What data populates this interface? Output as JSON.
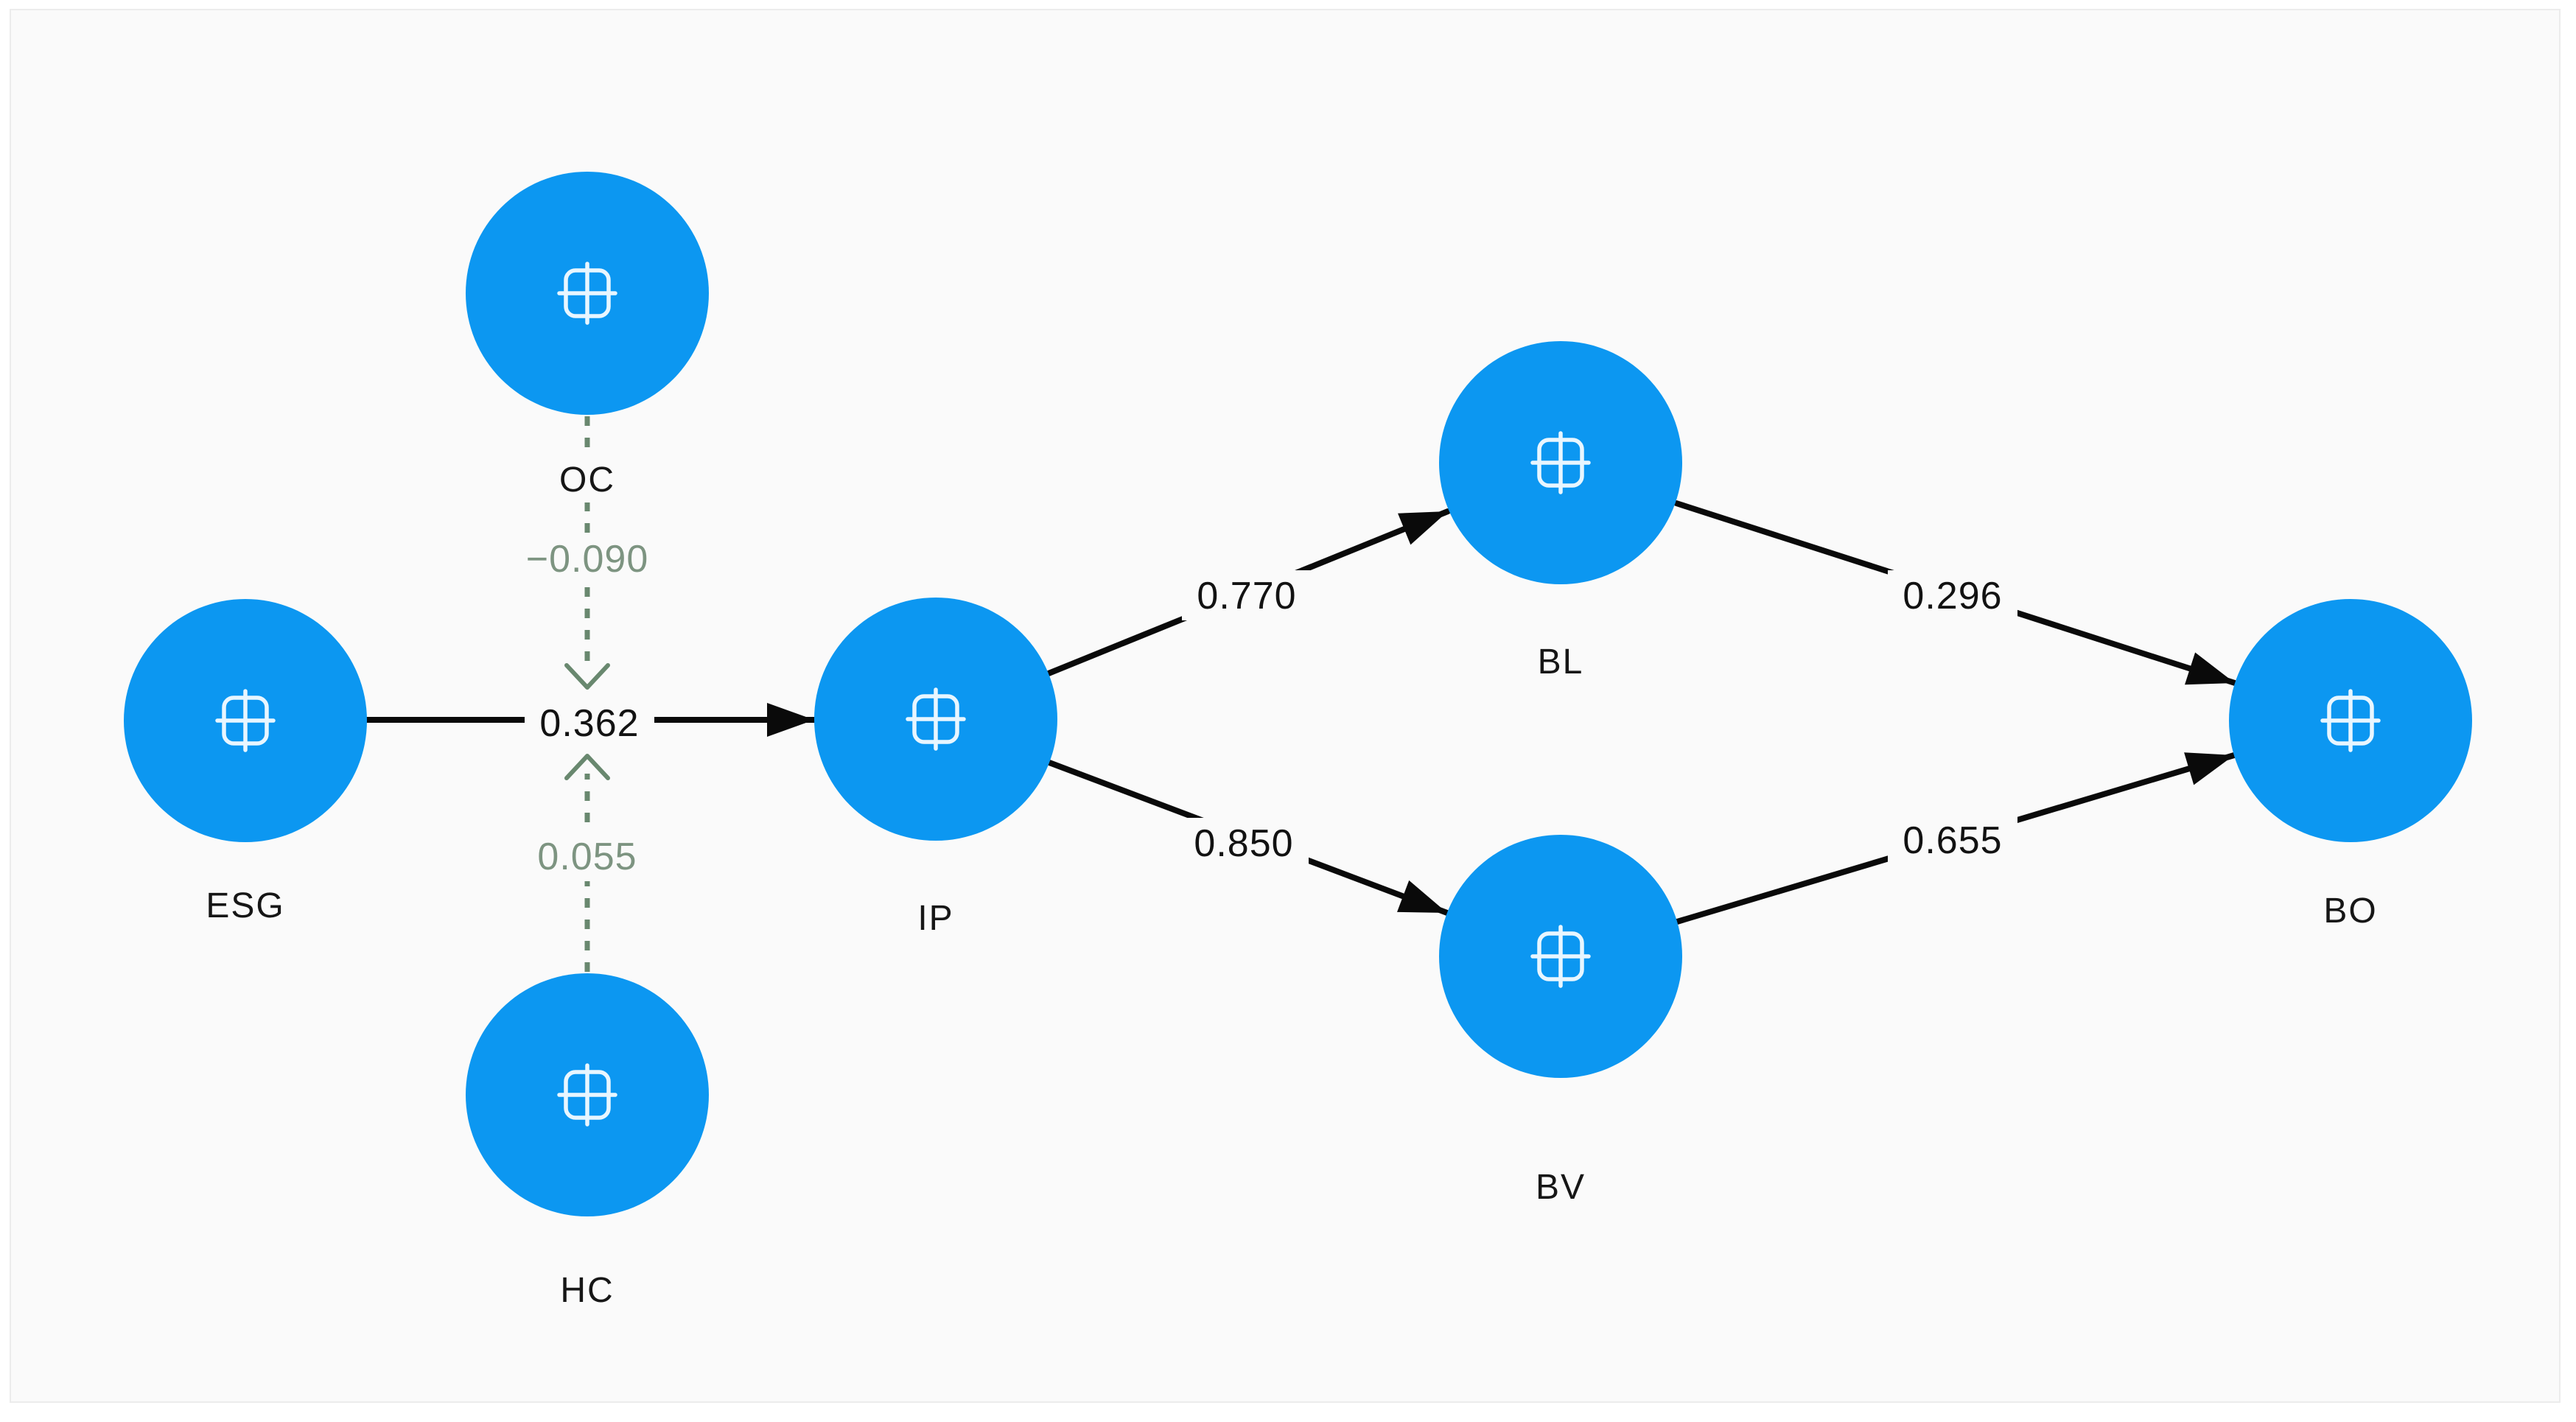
{
  "canvas": {
    "background": "#fafafa",
    "page_background": "#ffffff",
    "border_color": "#ececec"
  },
  "colors": {
    "node_fill": "#0c97f1",
    "node_icon": "#e8f6ff",
    "structural_path": "#0a0a0a",
    "moderation_path": "#69886f",
    "moderation_label": "#7d9481",
    "node_label": "#161616",
    "path_label": "#121212"
  },
  "nodes": [
    {
      "id": "OC",
      "label": "OC",
      "icon": "plus-expand-icon"
    },
    {
      "id": "ESG",
      "label": "ESG",
      "icon": "plus-expand-icon"
    },
    {
      "id": "HC",
      "label": "HC",
      "icon": "plus-expand-icon"
    },
    {
      "id": "IP",
      "label": "IP",
      "icon": "plus-expand-icon"
    },
    {
      "id": "BL",
      "label": "BL",
      "icon": "plus-expand-icon"
    },
    {
      "id": "BV",
      "label": "BV",
      "icon": "plus-expand-icon"
    },
    {
      "id": "BO",
      "label": "BO",
      "icon": "plus-expand-icon"
    }
  ],
  "edges": [
    {
      "from": "ESG",
      "to": "IP",
      "value": "0.362",
      "style": "solid"
    },
    {
      "from": "OC",
      "to": "ESG→IP path",
      "value": "−0.090",
      "style": "dashed"
    },
    {
      "from": "HC",
      "to": "ESG→IP path",
      "value": "0.055",
      "style": "dashed"
    },
    {
      "from": "IP",
      "to": "BL",
      "value": "0.770",
      "style": "solid"
    },
    {
      "from": "IP",
      "to": "BV",
      "value": "0.850",
      "style": "solid"
    },
    {
      "from": "BL",
      "to": "BO",
      "value": "0.296",
      "style": "solid"
    },
    {
      "from": "BV",
      "to": "BO",
      "value": "0.655",
      "style": "solid"
    }
  ]
}
